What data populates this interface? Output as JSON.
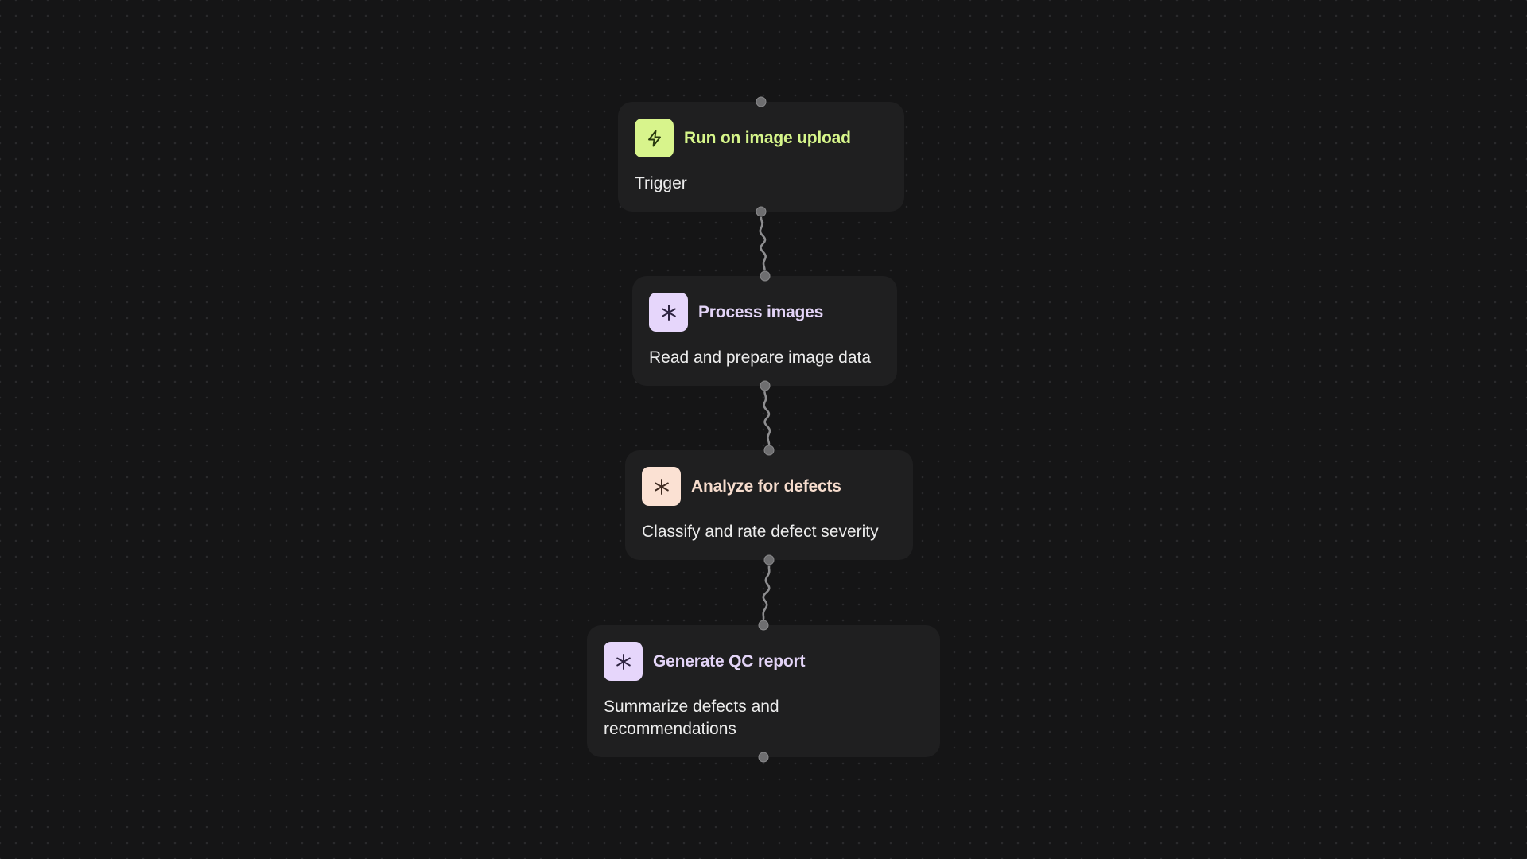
{
  "workflow": {
    "nodes": [
      {
        "id": "trigger",
        "title": "Run on image upload",
        "description": "Trigger",
        "icon": "lightning-icon",
        "title_color": "#d6f58a",
        "icon_bg": "#d8f48c",
        "icon_color": "#2a3a10"
      },
      {
        "id": "process",
        "title": "Process images",
        "description": "Read and prepare image data",
        "icon": "sparkle-icon",
        "title_color": "#e3d4f7",
        "icon_bg": "#e6d6fb",
        "icon_color": "#2d2340"
      },
      {
        "id": "analyze",
        "title": "Analyze for defects",
        "description": "Classify and rate defect severity",
        "icon": "sparkle-icon",
        "title_color": "#f6dccd",
        "icon_bg": "#fbe1d3",
        "icon_color": "#3e2a20"
      },
      {
        "id": "report",
        "title": "Generate QC report",
        "description": "Summarize defects and recommendations",
        "icon": "sparkle-icon",
        "title_color": "#e3d4f7",
        "icon_bg": "#e6d6fb",
        "icon_color": "#2d2340"
      }
    ],
    "edges": [
      {
        "from": "trigger",
        "to": "process"
      },
      {
        "from": "process",
        "to": "analyze"
      },
      {
        "from": "analyze",
        "to": "report"
      }
    ],
    "colors": {
      "canvas": "#151516",
      "node_bg": "#1f1f20",
      "port": "#6e6e70",
      "edge": "#8e8e90"
    }
  }
}
